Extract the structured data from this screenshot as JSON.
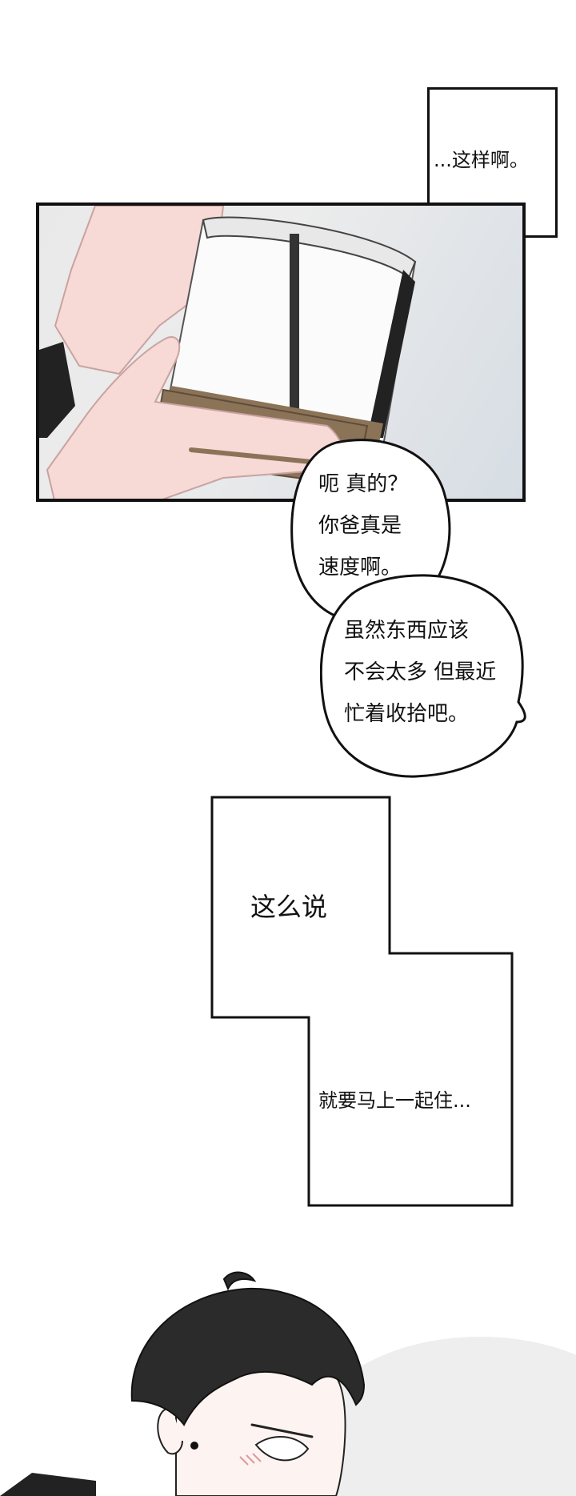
{
  "captions": {
    "top_box": "...这样啊。",
    "zigzag_top": "这么说",
    "zigzag_bottom": "就要马上一起住..."
  },
  "bubbles": {
    "first": [
      "呃 真的？",
      "你爸真是",
      "速度啊。"
    ],
    "second": [
      "虽然东西应该",
      "不会太多 但最近",
      "忙着收拾吧。"
    ]
  },
  "colors": {
    "ink": "#111111",
    "skin": "#f7d9d6",
    "coffee": "#8b7358",
    "hair": "#2b2b2b",
    "panel_bg": "#e4e7ea"
  }
}
